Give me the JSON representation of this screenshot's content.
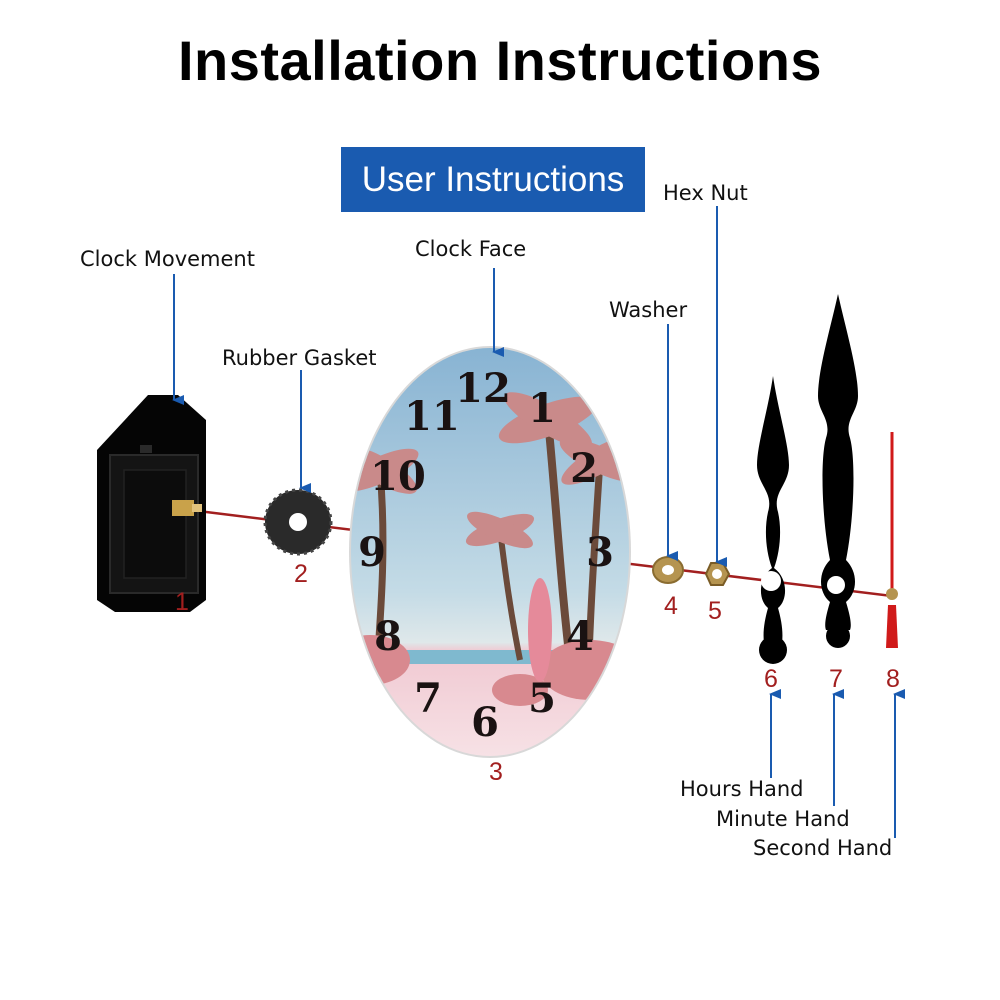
{
  "title": "Installation Instructions",
  "subtitle": "User Instructions",
  "colors": {
    "arrow": "#1a5bb0",
    "banner": "#1a5bb0",
    "shaft_line": "#a21f1f",
    "number": "#a21f1f",
    "hands": "#000000",
    "second_hand": "#d01a1a"
  },
  "parts": [
    {
      "number": "1",
      "label": "Clock Movement"
    },
    {
      "number": "2",
      "label": "Rubber Gasket"
    },
    {
      "number": "3",
      "label": "Clock Face"
    },
    {
      "number": "4",
      "label": "Washer"
    },
    {
      "number": "5",
      "label": "Hex Nut"
    },
    {
      "number": "6",
      "label": "Hours Hand"
    },
    {
      "number": "7",
      "label": "Minute Hand"
    },
    {
      "number": "8",
      "label": "Second Hand"
    }
  ],
  "dial_numbers": [
    "12",
    "1",
    "2",
    "3",
    "4",
    "5",
    "6",
    "7",
    "8",
    "9",
    "10",
    "11"
  ]
}
